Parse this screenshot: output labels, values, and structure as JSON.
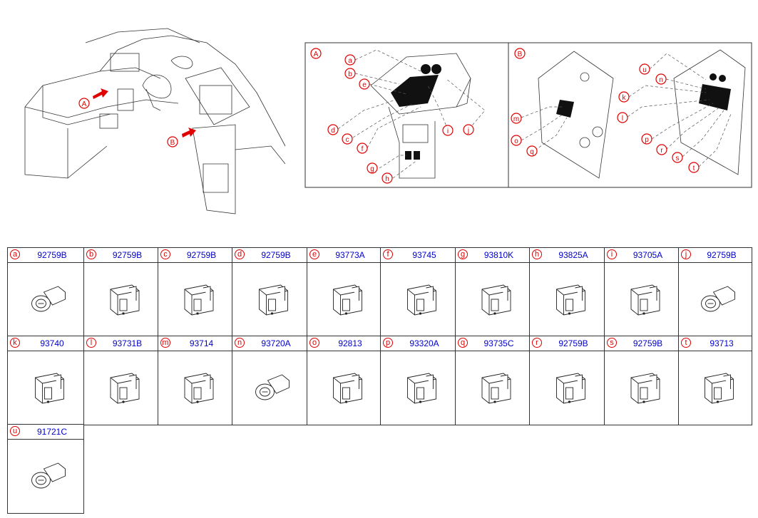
{
  "callouts_overview": [
    "A",
    "B"
  ],
  "detail_A": {
    "label": "A",
    "callouts": [
      "a",
      "b",
      "e",
      "d",
      "c",
      "f",
      "g",
      "h",
      "i",
      "j"
    ]
  },
  "detail_B": {
    "label": "B",
    "callouts": [
      "u",
      "n",
      "k",
      "m",
      "l",
      "o",
      "q",
      "p",
      "r",
      "s",
      "t"
    ]
  },
  "parts": [
    {
      "letter": "a",
      "part_no": "92759B",
      "icon": "round-switch-icon"
    },
    {
      "letter": "b",
      "part_no": "92759B",
      "icon": "rocker-switch-icon"
    },
    {
      "letter": "c",
      "part_no": "92759B",
      "icon": "rocker-switch-icon"
    },
    {
      "letter": "d",
      "part_no": "92759B",
      "icon": "rocker-switch-icon"
    },
    {
      "letter": "e",
      "part_no": "93773A",
      "icon": "rocker-switch-icon"
    },
    {
      "letter": "f",
      "part_no": "93745",
      "icon": "rocker-switch-icon"
    },
    {
      "letter": "g",
      "part_no": "93810K",
      "icon": "rocker-switch-icon"
    },
    {
      "letter": "h",
      "part_no": "93825A",
      "icon": "rocker-switch-icon"
    },
    {
      "letter": "i",
      "part_no": "93705A",
      "icon": "rocker-switch-icon"
    },
    {
      "letter": "j",
      "part_no": "92759B",
      "icon": "round-switch-icon"
    },
    {
      "letter": "k",
      "part_no": "93740",
      "icon": "rocker-switch-icon"
    },
    {
      "letter": "l",
      "part_no": "93731B",
      "icon": "rocker-switch-icon"
    },
    {
      "letter": "m",
      "part_no": "93714",
      "icon": "rocker-switch-icon"
    },
    {
      "letter": "n",
      "part_no": "93720A",
      "icon": "round-switch-icon"
    },
    {
      "letter": "o",
      "part_no": "92813",
      "icon": "rocker-switch-icon"
    },
    {
      "letter": "p",
      "part_no": "93320A",
      "icon": "rocker-switch-icon"
    },
    {
      "letter": "q",
      "part_no": "93735C",
      "icon": "rocker-switch-icon"
    },
    {
      "letter": "r",
      "part_no": "92759B",
      "icon": "rocker-switch-icon"
    },
    {
      "letter": "s",
      "part_no": "92759B",
      "icon": "rocker-switch-icon"
    },
    {
      "letter": "t",
      "part_no": "93713",
      "icon": "rocker-switch-icon"
    },
    {
      "letter": "u",
      "part_no": "91721C",
      "icon": "round-switch-icon"
    }
  ],
  "colors": {
    "callout": "#e00000",
    "part_no": "#0000cc",
    "line": "#333333"
  }
}
